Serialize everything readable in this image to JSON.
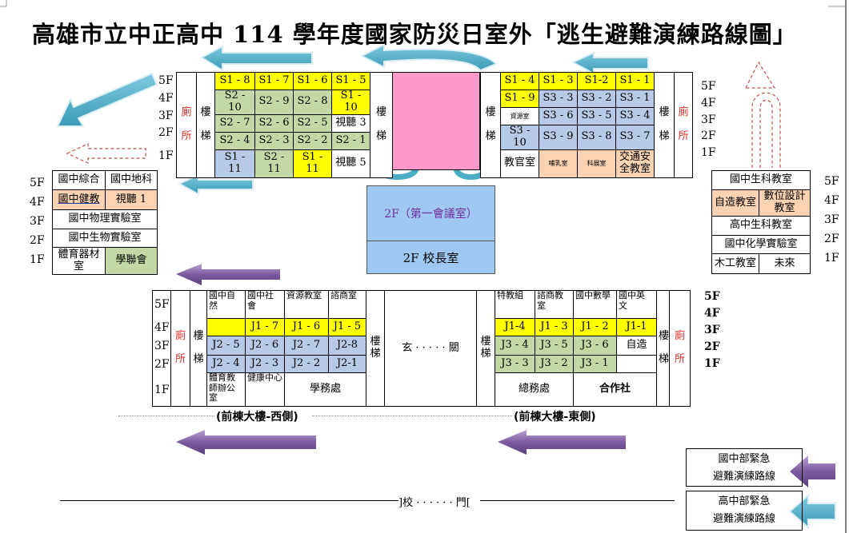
{
  "title": "高雄市立中正高中 114 學年度國家防災日室外「逃生避難演練路線圖」",
  "colors": {
    "y": "#ffff00",
    "g": "#c4d8a6",
    "b": "#b6c9e6",
    "p": "#fbd3b3",
    "w": "#ffffff",
    "pink": "#ff99cc",
    "blue_arrow": "#4bacc6",
    "purple_arrow": "#7b5b9f",
    "dashed_arrow": "#c0504d"
  },
  "floors": [
    "5F",
    "4F",
    "3F",
    "2F",
    "1F"
  ],
  "top_west": {
    "rows": [
      [
        {
          "t": "廁\n\n所",
          "rs": 5,
          "c": "red"
        },
        {
          "t": "樓\n\n梯",
          "rs": 5
        },
        {
          "t": "S1 - 8",
          "bg": "y"
        },
        {
          "t": "S1 - 7",
          "bg": "y"
        },
        {
          "t": "S1 - 6",
          "bg": "y"
        },
        {
          "t": "S1 - 5",
          "bg": "y"
        },
        {
          "t": "樓\n\n梯",
          "rs": 5
        }
      ],
      [
        {
          "t": "S2 - 10",
          "bg": "g"
        },
        {
          "t": "S2 - 9",
          "bg": "g"
        },
        {
          "t": "S2 - 8",
          "bg": "g"
        },
        {
          "t": "S1 - 10",
          "bg": "y"
        }
      ],
      [
        {
          "t": "S2 - 7",
          "bg": "g"
        },
        {
          "t": "S2 - 6",
          "bg": "g"
        },
        {
          "t": "S2 - 5",
          "bg": "g"
        },
        {
          "t": "視聽 3",
          "bg": "w"
        }
      ],
      [
        {
          "t": "S2 - 4",
          "bg": "g"
        },
        {
          "t": "S2 - 3",
          "bg": "g"
        },
        {
          "t": "S2 - 2",
          "bg": "g"
        },
        {
          "t": "S2 - 1",
          "bg": "g"
        }
      ],
      [
        {
          "t": "S1 - 11",
          "bg": "b"
        },
        {
          "t": "S2 - 11",
          "bg": "g"
        },
        {
          "t": "S1 - 11",
          "bg": "y"
        },
        {
          "t": "視聽 5",
          "bg": "w"
        }
      ]
    ]
  },
  "top_east": {
    "rows": [
      [
        {
          "t": "樓\n\n梯",
          "rs": 5
        },
        {
          "t": "S1 - 4",
          "bg": "y"
        },
        {
          "t": "S1 - 3",
          "bg": "y"
        },
        {
          "t": "S1-2",
          "bg": "y"
        },
        {
          "t": "S1 - 1",
          "bg": "y"
        },
        {
          "t": "樓\n\n梯",
          "rs": 5
        },
        {
          "t": "廁\n\n所",
          "rs": 5,
          "c": "red"
        }
      ],
      [
        {
          "t": "S1 - 9",
          "bg": "y"
        },
        {
          "t": "S3 - 3",
          "bg": "b"
        },
        {
          "t": "S3 - 2",
          "bg": "b"
        },
        {
          "t": "S3 - 1",
          "bg": "b"
        }
      ],
      [
        {
          "t": "資源室",
          "bg": "w",
          "c": "small"
        },
        {
          "t": "S3 - 6",
          "bg": "b"
        },
        {
          "t": "S3 - 5",
          "bg": "b"
        },
        {
          "t": "S3 - 4",
          "bg": "b"
        }
      ],
      [
        {
          "t": "S3 - 10",
          "bg": "b"
        },
        {
          "t": "S3 - 9",
          "bg": "b"
        },
        {
          "t": "S3 - 8",
          "bg": "b"
        },
        {
          "t": "S3 - 7",
          "bg": "b"
        }
      ],
      [
        {
          "t": "教官室",
          "bg": "w"
        },
        {
          "t": "哺乳室",
          "bg": "p",
          "c": "small"
        },
        {
          "t": "科展室",
          "bg": "p",
          "c": "small"
        },
        {
          "t": "交通安\n全教室",
          "bg": "p"
        }
      ]
    ]
  },
  "west_wing": {
    "rows": [
      [
        {
          "t": "國中綜合"
        },
        {
          "t": "國中地科"
        }
      ],
      [
        {
          "t": "國中健教",
          "bg": "p",
          "c": "ul"
        },
        {
          "t": "視聽 1",
          "bg": "p"
        }
      ],
      [
        {
          "t": "國中物理實驗室",
          "cs": 2
        }
      ],
      [
        {
          "t": "國中生物實驗室",
          "cs": 2
        }
      ],
      [
        {
          "t": "體育器材\n室"
        },
        {
          "t": "學聯會",
          "bg": "g"
        }
      ]
    ]
  },
  "east_wing": {
    "rows": [
      [
        {
          "t": "國中生科教室",
          "cs": 2
        }
      ],
      [
        {
          "t": "自造教室",
          "bg": "p"
        },
        {
          "t": "數位設計\n教室",
          "bg": "p"
        }
      ],
      [
        {
          "t": "高中生科教室",
          "cs": 2
        }
      ],
      [
        {
          "t": "國中化學實驗室",
          "cs": 2
        }
      ],
      [
        {
          "t": "木工教室"
        },
        {
          "t": "未來"
        }
      ]
    ]
  },
  "center": {
    "meeting_room": "2F（第一會議室）",
    "principal_office": "2F 校長室"
  },
  "front": {
    "rows": [
      [
        {
          "t": "",
          "rs": 5
        },
        {
          "t": "廁\n\n所",
          "rs": 5,
          "c": "red"
        },
        {
          "t": "樓\n\n梯",
          "rs": 5
        },
        {
          "t": "國中自\n然",
          "c": "left"
        },
        {
          "t": "國中社\n會",
          "c": "left"
        },
        {
          "t": "資源教室",
          "c": "left"
        },
        {
          "t": "諮商室",
          "c": "left"
        },
        {
          "t": "樓\n梯",
          "rs": 5
        },
        {
          "t": "玄 · · · · · 關",
          "rs": 5
        },
        {
          "t": "樓\n梯",
          "rs": 5
        },
        {
          "t": "特教組",
          "c": "left"
        },
        {
          "t": "諮商教\n室",
          "c": "left"
        },
        {
          "t": "國中數學",
          "c": "left"
        },
        {
          "t": "國中英\n文",
          "c": "left"
        },
        {
          "t": "樓\n\n梯",
          "rs": 5
        },
        {
          "t": "廁\n\n所",
          "rs": 5,
          "c": "red"
        }
      ],
      [
        {
          "t": "",
          "bg": "y"
        },
        {
          "t": "J1 - 7",
          "bg": "y"
        },
        {
          "t": "J1 - 6",
          "bg": "y"
        },
        {
          "t": "J1 - 5",
          "bg": "y"
        },
        {
          "t": "J1-4",
          "bg": "y"
        },
        {
          "t": "J1 - 3",
          "bg": "y"
        },
        {
          "t": "J1 - 2",
          "bg": "y"
        },
        {
          "t": "J1-1",
          "bg": "y"
        }
      ],
      [
        {
          "t": "J2 - 5",
          "bg": "b"
        },
        {
          "t": "J2 - 6",
          "bg": "b"
        },
        {
          "t": "J2 - 7",
          "bg": "b"
        },
        {
          "t": "J2-8",
          "bg": "b"
        },
        {
          "t": "J3 - 4",
          "bg": "g"
        },
        {
          "t": "J3 - 5",
          "bg": "g"
        },
        {
          "t": "J3 - 6",
          "bg": "g"
        },
        {
          "t": "自造",
          "bg": "w"
        }
      ],
      [
        {
          "t": "J2 - 4",
          "bg": "b"
        },
        {
          "t": "J2 - 3",
          "bg": "b"
        },
        {
          "t": "J2 - 2",
          "bg": "b"
        },
        {
          "t": "J2-1",
          "bg": "b"
        },
        {
          "t": "J3 - 3",
          "bg": "g"
        },
        {
          "t": "J3 - 2",
          "bg": "g"
        },
        {
          "t": "J3 - 1",
          "bg": "g"
        },
        {
          "t": "",
          "bg": "w"
        }
      ],
      [
        {
          "t": "體育教\n師辦公\n室",
          "c": "left"
        },
        {
          "t": "健康中心",
          "c": "left"
        },
        {
          "t": "學務處",
          "cs": 2
        },
        {
          "t": "總務處",
          "cs": 2
        },
        {
          "t": "合作社",
          "cs": 2,
          "c": "bold"
        }
      ]
    ]
  },
  "labels": {
    "front_west": "(前棟大樓-西側)",
    "front_east": "(前棟大樓-東側)",
    "gate": "]校 · · · · · · 門["
  },
  "legend": {
    "junior": "國中部緊急\n避難演練路線",
    "senior": "高中部緊急\n避難演練路線"
  }
}
